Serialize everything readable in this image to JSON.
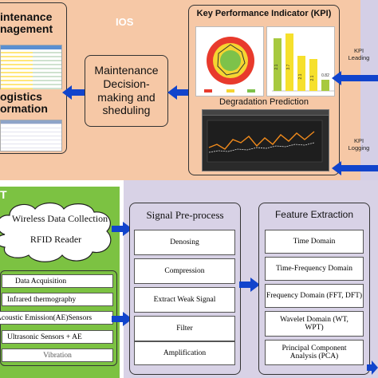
{
  "ios": {
    "label": "IOS",
    "maintenance_management": {
      "line1": "intenance",
      "line2": "nagement"
    },
    "logistics_information": {
      "line1": "ogistics",
      "line2": "ormation"
    },
    "decision_box": {
      "line1": "Maintenance",
      "line2": "Decision-",
      "line3": "making and",
      "line4": "sheduling"
    },
    "kpi_panel": {
      "title": "Key Performance Indicator (KPI)",
      "degradation_label": "Degradation Prediction",
      "bar_labels": [
        "2.1",
        "3.7",
        "2.1",
        "2.1",
        "0.82"
      ]
    },
    "kpi_leading_label": {
      "line1": "KPI",
      "line2": "Leading"
    },
    "kpi_logging_label": {
      "line1": "KPI",
      "line2": "Logging"
    }
  },
  "oss": {
    "label": "T",
    "cloud": {
      "line1": "Wireless Data Collection",
      "line2": "RFID Reader"
    },
    "sensors": [
      "Data Acquisition",
      "Infrared thermography",
      "Acoustic Emission(AE)Sensors",
      "Ultrasonic Sensors + AE",
      "Vibration"
    ]
  },
  "signal_preprocess": {
    "title": "Signal Pre-process",
    "steps": [
      "Denosing",
      "Compression",
      "Extract Weak Signal",
      "Filter",
      "Amplification"
    ]
  },
  "feature_extraction": {
    "title": "Feature Extraction",
    "steps": [
      "Time Domain",
      "Time-Frequency Domain",
      "Frequency Domain (FFT, DFT)",
      "Wavelet Domain (WT, WPT)",
      "Principal Component Analysis (PCA)"
    ]
  },
  "colors": {
    "ios_panel": "#f6c8a6",
    "kpi_arrow_band": "#d4cfe6",
    "lower_panel": "#d8d2e6",
    "green_panel": "#7cc242",
    "arrow_blue": "#1144cc"
  }
}
